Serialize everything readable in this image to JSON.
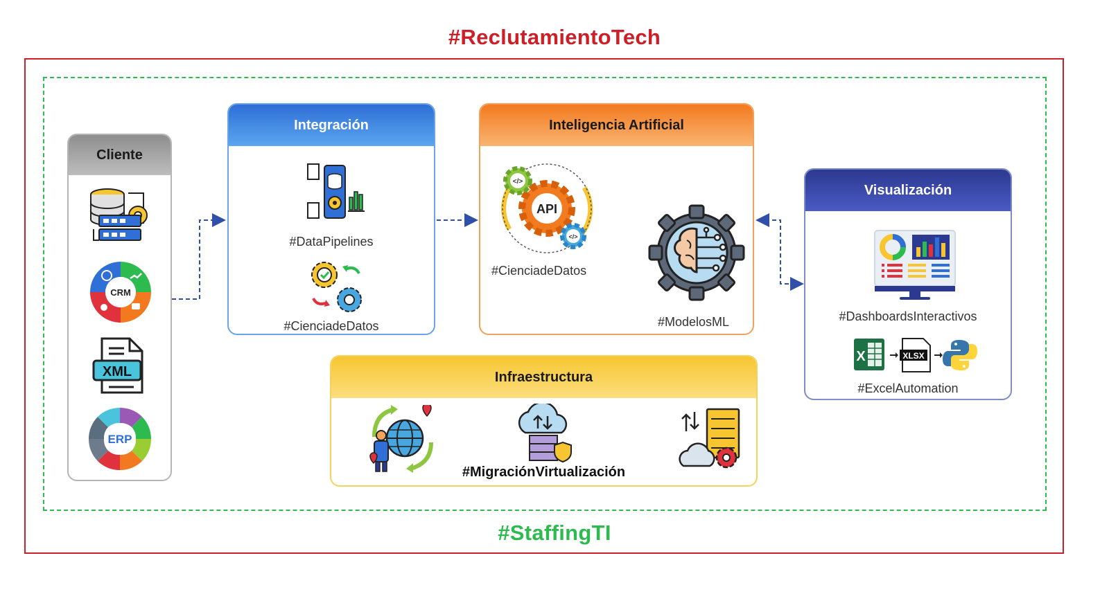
{
  "header": {
    "title": "#ReclutamientoTech"
  },
  "footer": {
    "title": "#StaffingTI"
  },
  "colors": {
    "red": "#cc1f27",
    "green": "#2dbb4f",
    "blue": "#2f6fd6",
    "orange": "#f2791f",
    "navy": "#2c3990",
    "yellow": "#f6c531",
    "gray": "#9c9c9c"
  },
  "cliente": {
    "title": "Cliente",
    "icons": [
      "database-server-icon",
      "crm-icon",
      "xml-file-icon",
      "erp-icon"
    ],
    "crm_label": "CRM",
    "xml_label": "XML",
    "erp_label": "ERP"
  },
  "integracion": {
    "title": "Integración",
    "pipelines_label": "#DataPipelines",
    "ciencia_label": "#CienciadeDatos"
  },
  "ia": {
    "title": "Inteligencia Artificial",
    "api_label": "API",
    "ciencia_label": "#CienciadeDatos",
    "modelos_label": "#ModelosML"
  },
  "visualizacion": {
    "title": "Visualización",
    "dashboards_label": "#DashboardsInteractivos",
    "xlsx_label": "XLSX",
    "excel_label": "#ExcelAutomation"
  },
  "infraestructura": {
    "title": "Infraestructura",
    "migracion_label": "#MigraciónVirtualización"
  }
}
